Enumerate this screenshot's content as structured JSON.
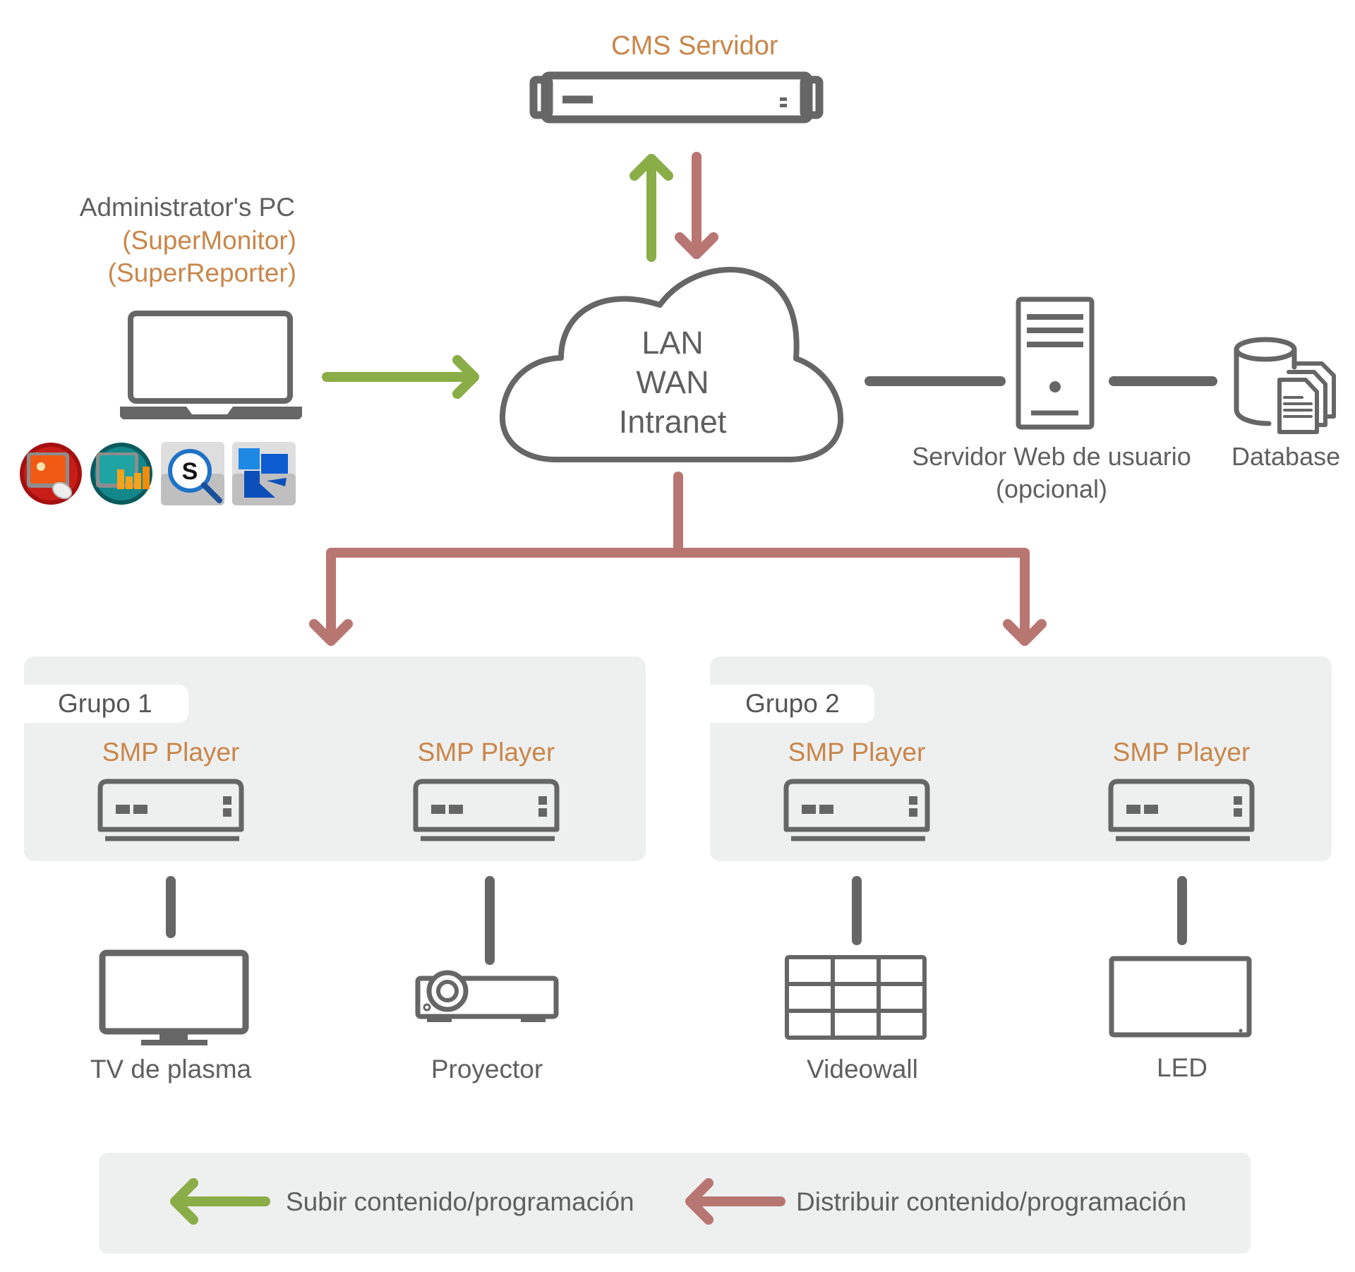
{
  "colors": {
    "icon_gray": "#666666",
    "upload_green": "#8aad47",
    "distribute_red": "#b87672",
    "label_orange": "#c8864a",
    "group_bg": "#eef0f0"
  },
  "cms_server": {
    "label": "CMS Servidor",
    "icon": "rack-server-icon"
  },
  "admin_pc": {
    "title": "Administrator's PC",
    "apps": [
      "(SuperMonitor)",
      "(SuperReporter)"
    ],
    "icon": "laptop-icon",
    "app_icons": [
      "supermonitor-app-icon",
      "superreporter-app-icon",
      "search-s-app-icon",
      "blue-blocks-app-icon"
    ]
  },
  "network": {
    "lines": [
      "LAN",
      "WAN",
      "Intranet"
    ],
    "icon": "cloud-icon"
  },
  "web_server": {
    "label_line1": "Servidor Web de usuario",
    "label_line2": "(opcional)",
    "icon": "tower-server-icon"
  },
  "database": {
    "label": "Database",
    "icon": "database-icon"
  },
  "groups": [
    {
      "name": "Grupo 1",
      "players": [
        {
          "label": "SMP Player",
          "display": "TV de plasma",
          "display_icon": "tv-icon"
        },
        {
          "label": "SMP Player",
          "display": "Proyector",
          "display_icon": "projector-icon"
        }
      ]
    },
    {
      "name": "Grupo 2",
      "players": [
        {
          "label": "SMP Player",
          "display": "Videowall",
          "display_icon": "videowall-icon"
        },
        {
          "label": "SMP Player",
          "display": "LED",
          "display_icon": "led-panel-icon"
        }
      ]
    }
  ],
  "legend": {
    "upload": "Subir contenido/programación",
    "distribute": "Distribuir contenido/programación"
  }
}
